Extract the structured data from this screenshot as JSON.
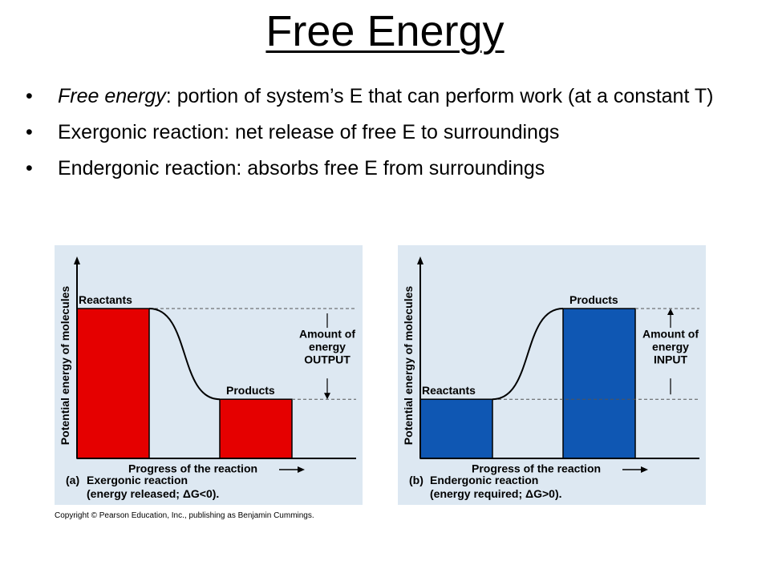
{
  "slide": {
    "title": "Free Energy",
    "bullets": [
      {
        "term": "Free energy",
        "text": ":  portion of system’s E that can perform work (at a constant T)"
      },
      {
        "term": "",
        "text": "Exergonic reaction:  net release of free E to surroundings"
      },
      {
        "term": "",
        "text": "Endergonic reaction:  absorbs free E from surroundings"
      }
    ]
  },
  "diagrams": [
    {
      "id": "a",
      "y_axis_label": "Potential energy of molecules",
      "x_axis_label": "Progress of the reaction",
      "bar_left_label": "Reactants",
      "bar_right_label": "Products",
      "bar_left_level": 0.76,
      "bar_right_level": 0.3,
      "bar_color": "#e50000",
      "amount_lines": [
        "Amount of",
        "energy",
        "OUTPUT"
      ],
      "caption_letter": "(a)",
      "caption_lines": [
        "Exergonic reaction",
        "(energy released; ΔG<0)."
      ]
    },
    {
      "id": "b",
      "y_axis_label": "Potential energy of molecules",
      "x_axis_label": "Progress of the reaction",
      "bar_left_label": "Reactants",
      "bar_right_label": "Products",
      "bar_left_level": 0.3,
      "bar_right_level": 0.76,
      "bar_color": "#0f57b3",
      "amount_lines": [
        "Amount of",
        "energy",
        "INPUT"
      ],
      "caption_letter": "(b)",
      "caption_lines": [
        "Endergonic reaction",
        "(energy required; ΔG>0)."
      ]
    }
  ],
  "colors": {
    "panel_bg": "#dde8f2",
    "axis": "#000000",
    "dashed": "#555555"
  },
  "copyright": "Copyright © Pearson Education, Inc., publishing as Benjamin Cummings."
}
